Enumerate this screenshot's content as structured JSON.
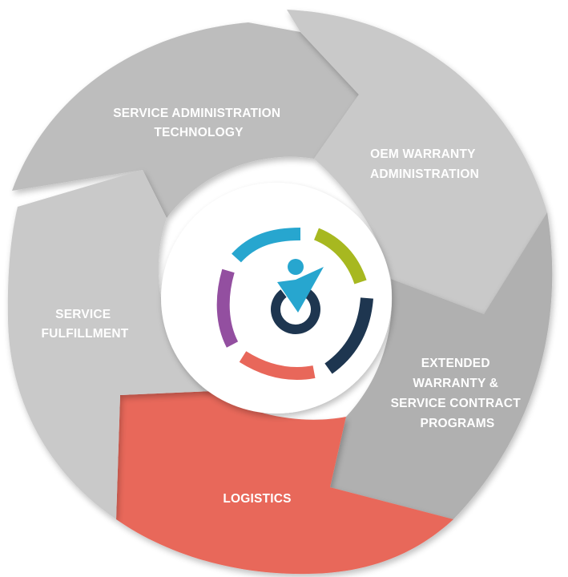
{
  "diagram": {
    "colors": {
      "segment_light": "#c9c9c9",
      "segment_mid": "#bdbdbd",
      "segment_dark": "#b0b0b0",
      "logistics": "#e8675a",
      "hub_fill": "#ffffff",
      "logo_blue": "#27a6cf",
      "logo_green": "#a7b820",
      "logo_navy": "#1e3650",
      "logo_coral": "#e8675a",
      "logo_purple": "#934fa0"
    },
    "segments": [
      {
        "id": "service-administration-technology",
        "lines": [
          "SERVICE ADMINISTRATION",
          "TECHNOLOGY"
        ]
      },
      {
        "id": "oem-warranty-administration",
        "lines": [
          "OEM WARRANTY",
          "ADMINISTRATION"
        ]
      },
      {
        "id": "extended-warranty",
        "lines": [
          "EXTENDED",
          "WARRANTY &",
          "SERVICE CONTRACT",
          "PROGRAMS"
        ]
      },
      {
        "id": "logistics",
        "lines": [
          "LOGISTICS"
        ]
      },
      {
        "id": "service-fulfillment",
        "lines": [
          "SERVICE",
          "FULFILLMENT"
        ]
      }
    ],
    "hub_logo": {
      "icon": "person-checkmark-power-icon"
    }
  }
}
